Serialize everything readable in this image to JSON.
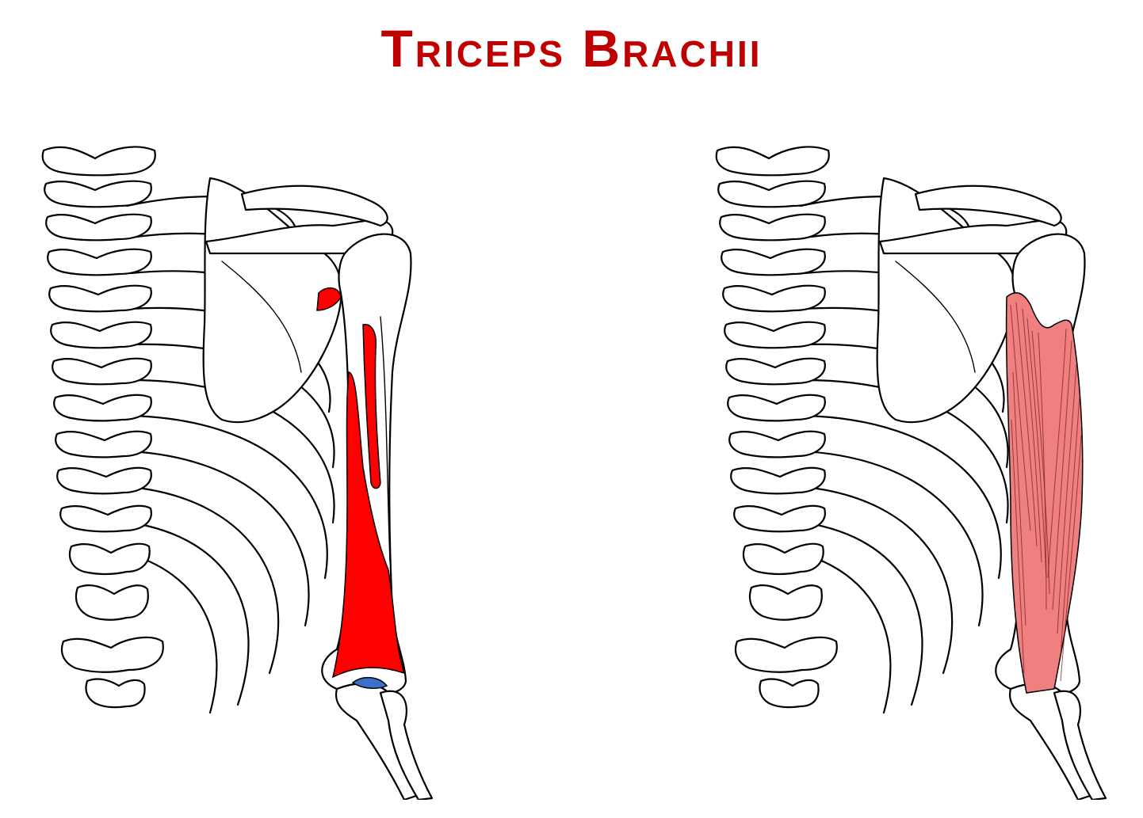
{
  "title": "Triceps Brachii",
  "colors": {
    "title": "#c00000",
    "origin_insertion_red": "#ff0000",
    "insertion_blue": "#3b6fc9",
    "muscle_fill": "#f08080",
    "muscle_fiber": "#7a1f1f",
    "bone_outline": "#000000"
  },
  "panels": [
    {
      "view": "attachments",
      "icon": "skeleton-back-shoulder-arm"
    },
    {
      "view": "muscle",
      "icon": "skeleton-back-shoulder-arm-with-muscle"
    }
  ]
}
